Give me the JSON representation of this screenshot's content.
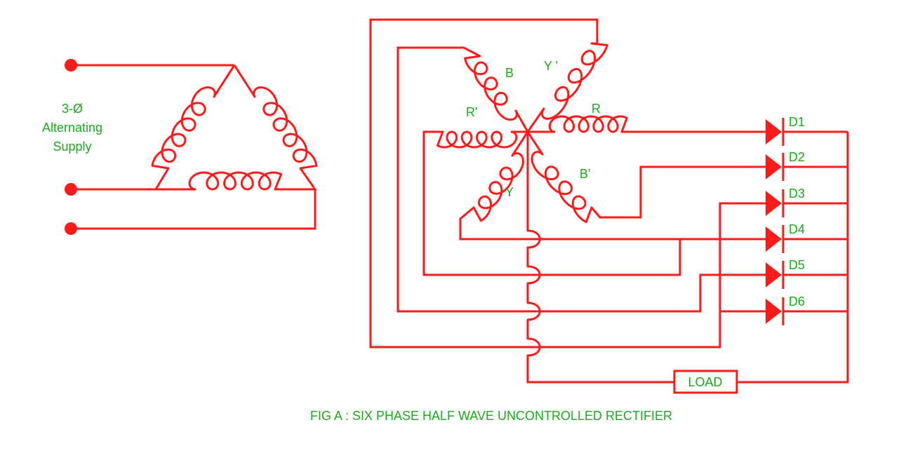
{
  "supply": {
    "line1": "3-Ø",
    "line2": "Alternating",
    "line3": "Supply"
  },
  "windings": {
    "R": "R",
    "R_prime": "R'",
    "Y": "Y",
    "Y_prime": "Y '",
    "B": "B",
    "B_prime": "B'"
  },
  "diodes": [
    "D1",
    "D2",
    "D3",
    "D4",
    "D5",
    "D6"
  ],
  "load": "LOAD",
  "caption": "FIG A : SIX PHASE HALF WAVE UNCONTROLLED RECTIFIER",
  "colors": {
    "wire": "#ff1a1a",
    "label": "#1aaa1a"
  }
}
